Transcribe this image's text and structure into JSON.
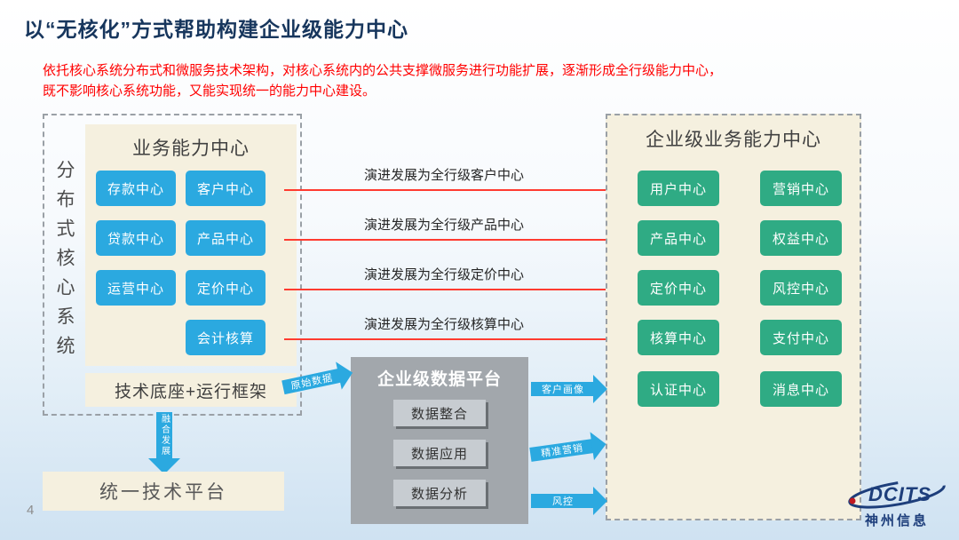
{
  "slide": {
    "title": "以“无核化”方式帮助构建企业级能力中心",
    "subtitle": {
      "line1": "依托核心系统分布式和微服务技术架构，对核心系统内的公共支撑微服务进行功能扩展，逐渐形成全行级能力中心，",
      "line2": "既不影响核心系统功能，又能实现统一的能力中心建设。"
    },
    "page_number": "4"
  },
  "core_system": {
    "vertical_label": "分布式核心系统",
    "business_center": {
      "title": "业务能力中心",
      "items": [
        "存款中心",
        "客户中心",
        "贷款中心",
        "产品中心",
        "运营中心",
        "定价中心",
        "会计核算"
      ]
    },
    "tech_base": "技术底座+运行框架"
  },
  "evolution_arrows": [
    "演进发展为全行级客户中心",
    "演进发展为全行级产品中心",
    "演进发展为全行级定价中心",
    "演进发展为全行级核算中心"
  ],
  "enterprise_center": {
    "title": "企业级业务能力中心",
    "items": [
      "用户中心",
      "营销中心",
      "产品中心",
      "权益中心",
      "定价中心",
      "风控中心",
      "核算中心",
      "支付中心",
      "认证中心",
      "消息中心"
    ]
  },
  "data_platform": {
    "title": "企业级数据平台",
    "items": [
      "数据整合",
      "数据应用",
      "数据分析"
    ],
    "input_label": "原始数据",
    "output_labels": [
      "客户画像",
      "精准营销",
      "风控"
    ]
  },
  "unified_platform": {
    "label": "统一技术平台",
    "arrow_label": "融合发展"
  },
  "logo": {
    "brand": "DCITS",
    "company": "神州信息"
  },
  "colors": {
    "title_navy": "#17365D",
    "subtitle_red": "#FF0000",
    "blue_button": "#2BA9E0",
    "green_button": "#2FAB84",
    "cream_panel": "#F5F0DF",
    "gray_panel": "#A2A7AC",
    "arrow_red": "#FF3B30",
    "logo_navy": "#1D3E7B"
  }
}
